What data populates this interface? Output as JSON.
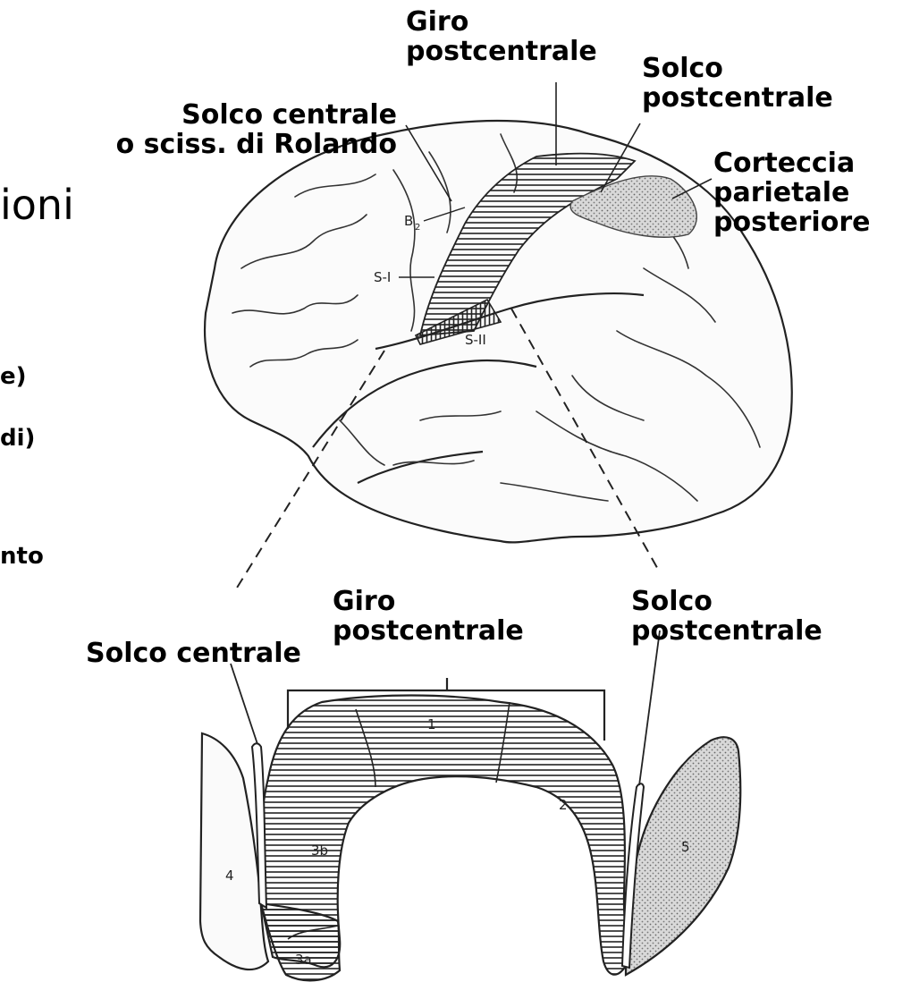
{
  "left_fragments": {
    "heading_fragment": "ioni",
    "line1": "e)",
    "line2": "di)",
    "line3": "nto"
  },
  "top_labels": {
    "giro_postcentrale": [
      "Giro",
      "postcentrale"
    ],
    "solco_postcentrale": [
      "Solco",
      "postcentrale"
    ],
    "solco_centrale": [
      "Solco centrale",
      "o sciss. di Rolando"
    ],
    "corteccia": [
      "Corteccia",
      "parietale",
      "posteriore"
    ]
  },
  "bottom_labels": {
    "solco_centrale": "Solco centrale",
    "giro_postcentrale": [
      "Giro",
      "postcentrale"
    ],
    "solco_postcentrale": [
      "Solco",
      "postcentrale"
    ]
  },
  "brain_areas": {
    "b2": "B",
    "b2_sub": "2",
    "s1": "S-I",
    "s2": "S-II"
  },
  "section_areas": {
    "a1": "1",
    "a2": "2",
    "a3a": "3a",
    "a3b": "3b",
    "a4": "4",
    "a5": "5"
  }
}
